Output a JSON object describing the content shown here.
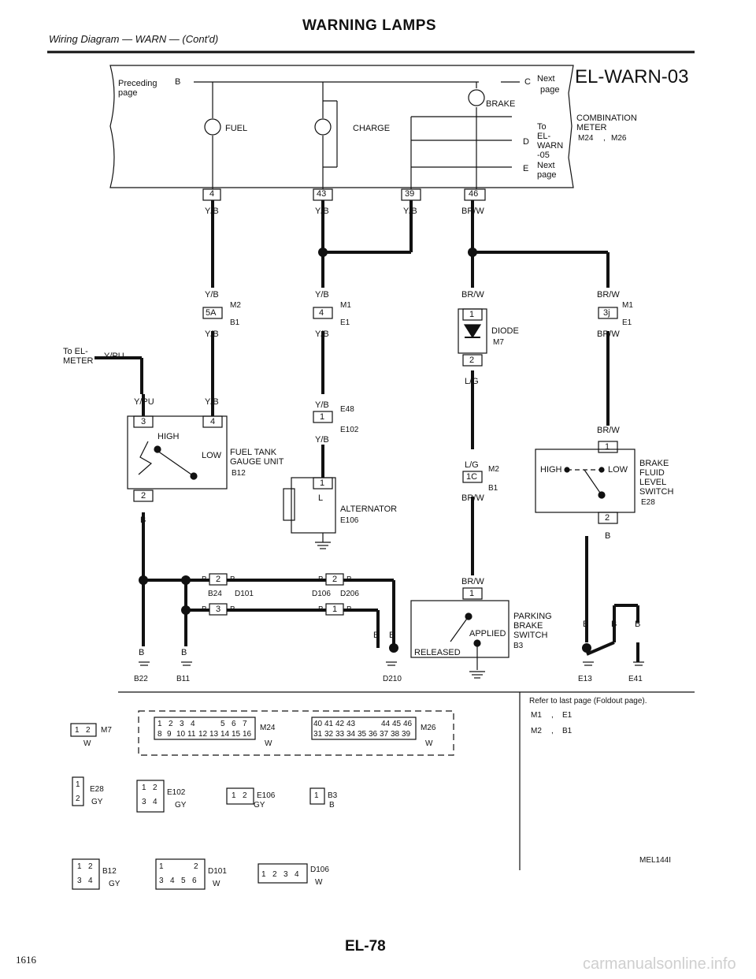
{
  "header": {
    "subtitle": "Wiring Diagram — WARN — (Cont'd)",
    "title": "WARNING LAMPS",
    "sheet_id": "EL-WARN-03"
  },
  "combination_meter": {
    "preceding_label": "Preceding",
    "preceding_page": "page",
    "conn_b": "B",
    "conn_c": "C",
    "conn_d": "D",
    "conn_e": "E",
    "next_label": "Next",
    "next_page": "page",
    "brake": "BRAKE",
    "fuel": "FUEL",
    "charge": "CHARGE",
    "to": "To",
    "el": "EL-",
    "warn": "WARN",
    "num05": "-05",
    "next2": "Next",
    "page2": "page",
    "title1": "COMBINATION",
    "title2": "METER",
    "conn1": "M24",
    "sep": ",",
    "conn2": "M26",
    "pins": [
      "4",
      "43",
      "39",
      "46"
    ],
    "wires": [
      "Y/B",
      "Y/B",
      "Y/B",
      "BR/W"
    ]
  },
  "left_branch": {
    "wire_top": "Y/B",
    "pin": "5A",
    "conn_top": "M2",
    "conn_bot": "B1",
    "wire_bot": "Y/B",
    "to_el_1": "To EL-",
    "to_el_2": "METER",
    "to_el_wire": "Y/PU",
    "wire_ypu": "Y/PU",
    "wire_yb2": "Y/B",
    "gauge_pin3": "3",
    "gauge_pin4": "4",
    "high": "HIGH",
    "low": "LOW",
    "gauge_name1": "FUEL TANK",
    "gauge_name2": "GAUGE UNIT",
    "gauge_conn": "B12",
    "gauge_pin2": "2",
    "wire_b": "B"
  },
  "alternator_branch": {
    "wire_top": "Y/B",
    "pin": "4",
    "conn_top": "M1",
    "conn_bot": "E1",
    "wire_bot": "Y/B",
    "wire_e48": "Y/B",
    "pin_e": "1",
    "conn_e48": "E48",
    "conn_e102": "E102",
    "wire_e102": "Y/B",
    "alt_pin": "1",
    "alt_l": "L",
    "alt_name": "ALTERNATOR",
    "alt_conn": "E106"
  },
  "diode_branch": {
    "wire_top": "BR/W",
    "pin1": "1",
    "label": "DIODE",
    "conn": "M7",
    "pin2": "2",
    "wire_lg": "L/G",
    "wire_lg2": "L/G",
    "pin_1c": "1C",
    "conn_top": "M2",
    "conn_bot": "B1",
    "wire_brw": "BR/W",
    "wire_brw2": "BR/W",
    "pb_pin": "1",
    "pb_name1": "PARKING",
    "pb_name2": "BRAKE",
    "pb_name3": "SWITCH",
    "pb_conn": "B3",
    "applied": "APPLIED",
    "released": "RELEASED"
  },
  "brake_fluid_branch": {
    "wire_top": "BR/W",
    "conn_top": "M1",
    "pin": "3j",
    "conn_bot": "E1",
    "wire_bot": "BR/W",
    "wire_brw": "BR/W",
    "pin1": "1",
    "high": "HIGH",
    "low": "LOW",
    "name1": "BRAKE",
    "name2": "FLUID",
    "name3": "LEVEL",
    "name4": "SWITCH",
    "conn": "E28",
    "pin2": "2",
    "wire_b": "B",
    "wire_b1": "B",
    "wire_b2": "B",
    "wire_b3": "B",
    "ground1": "E13",
    "ground2": "E41"
  },
  "grounds": {
    "b": "B",
    "pin2": "2",
    "pin3": "3",
    "pin1": "1",
    "conn_b24": "B24",
    "conn_d101": "D101",
    "conn_d106": "D106",
    "conn_d206": "D206",
    "g1": "B22",
    "g2": "B11",
    "g3": "D210"
  },
  "connectors": {
    "m7_pins": [
      "1",
      "2"
    ],
    "m7": "M7",
    "m7_color": "W",
    "m24_row1": [
      "1",
      "2",
      "3",
      "4",
      "5",
      "6",
      "7"
    ],
    "m24_row2": [
      "8",
      "9",
      "10",
      "11",
      "12",
      "13",
      "14",
      "15",
      "16"
    ],
    "m24": "M24",
    "m24_color": "W",
    "m26_row1": [
      "40",
      "41",
      "42",
      "43",
      "44",
      "45",
      "46"
    ],
    "m26_row2": [
      "31",
      "32",
      "33",
      "34",
      "35",
      "36",
      "37",
      "38",
      "39"
    ],
    "m26": "M26",
    "m26_color": "W",
    "e28_pins": [
      "1",
      "2"
    ],
    "e28": "E28",
    "e28_color": "GY",
    "e102_pins": [
      "1",
      "2",
      "3",
      "4"
    ],
    "e102": "E102",
    "e102_color": "GY",
    "e106_pins": [
      "1",
      "2"
    ],
    "e106": "E106",
    "e106_color": "GY",
    "b3_pin": "1",
    "b3": "B3",
    "b3_color": "B",
    "b12_pins": [
      "1",
      "2",
      "3",
      "4"
    ],
    "b12": "B12",
    "b12_color": "GY",
    "d101_row1": [
      "1",
      "2"
    ],
    "d101_row2": [
      "3",
      "4",
      "5",
      "6"
    ],
    "d101": "D101",
    "d101_color": "W",
    "d106_pins": [
      "1",
      "2",
      "3",
      "4"
    ],
    "d106": "D106",
    "d106_color": "W"
  },
  "refer": {
    "text": "Refer to last page (Foldout page).",
    "line1_a": "M1",
    "line1_b": "E1",
    "line2_a": "M2",
    "line2_b": "B1",
    "sep": ","
  },
  "footer": {
    "code": "MEL144I",
    "page_label": "EL-78",
    "page_number": "1616",
    "watermark": "carmanualsonline.info"
  }
}
